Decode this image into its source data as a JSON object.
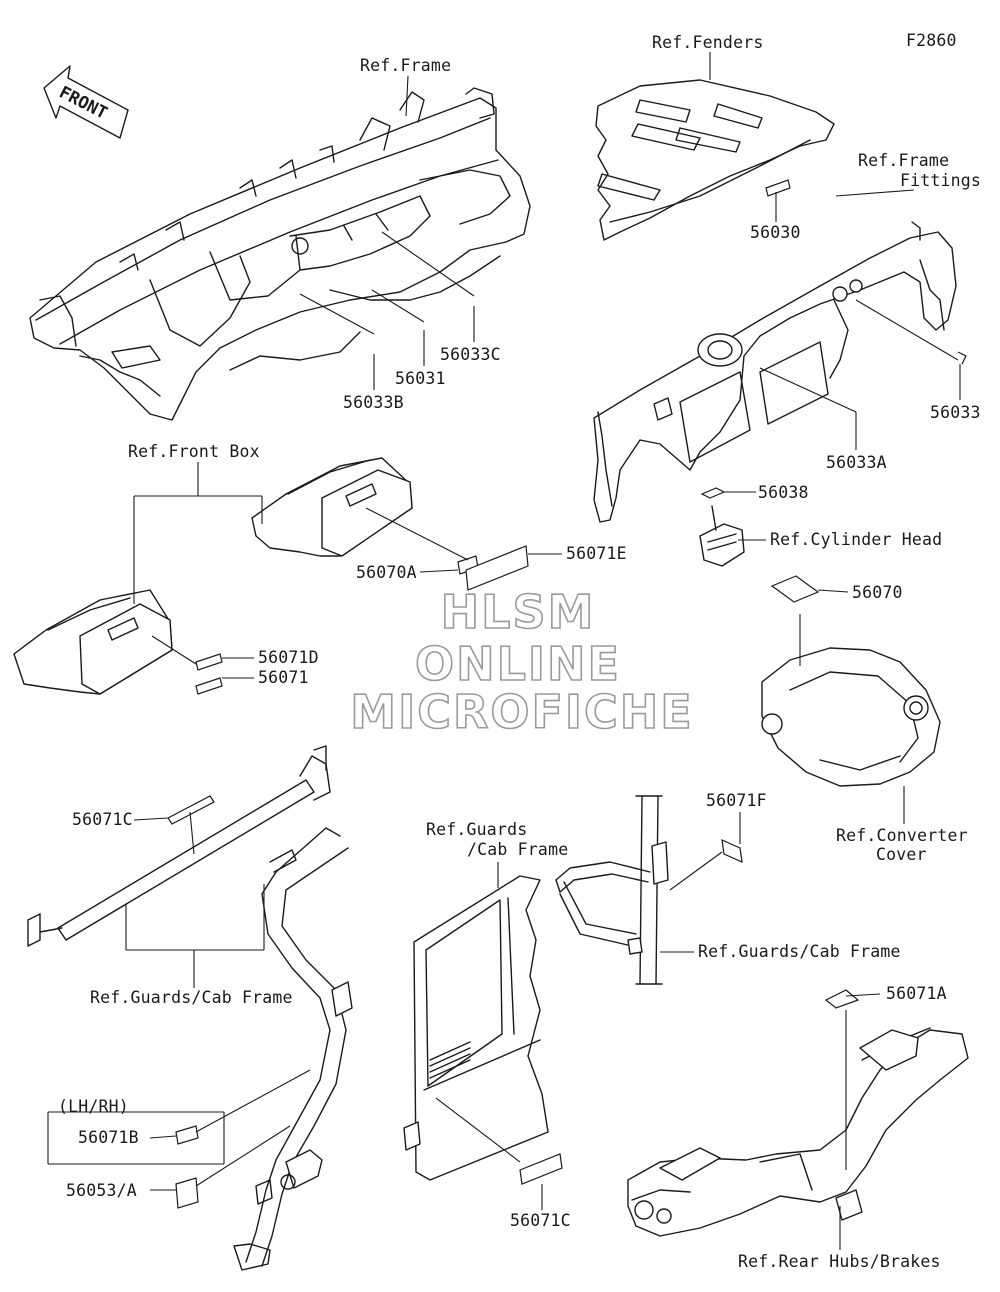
{
  "figure_id": "F2860",
  "front_label": "FRONT",
  "watermark": [
    "HLSM",
    "ONLINE",
    "MICROFICHE"
  ],
  "refs": {
    "frame": "Ref.Frame",
    "fenders": "Ref.Fenders",
    "frame_fittings_1": "Ref.Frame",
    "frame_fittings_2": "Fittings",
    "front_box": "Ref.Front Box",
    "cylinder_head": "Ref.Cylinder Head",
    "converter_1": "Ref.Converter",
    "converter_2": "Cover",
    "guards_left": "Ref.Guards/Cab Frame",
    "guards_mid_1": "Ref.Guards",
    "guards_mid_2": "/Cab Frame",
    "guards_right": "Ref.Guards/Cab Frame",
    "rear_hubs": "Ref.Rear Hubs/Brakes"
  },
  "parts": {
    "p56030": "56030",
    "p56033C": "56033C",
    "p56031": "56031",
    "p56033B": "56033B",
    "p56033": "56033",
    "p56033A": "56033A",
    "p56038": "56038",
    "p56070A": "56070A",
    "p56071E": "56071E",
    "p56070": "56070",
    "p56071D": "56071D",
    "p56071": "56071",
    "p56071C_top": "56071C",
    "p56071F": "56071F",
    "p56071A": "56071A",
    "lhrh": "(LH/RH)",
    "p56071B": "56071B",
    "p56053A": "56053/A",
    "p56071C_bottom": "56071C"
  }
}
